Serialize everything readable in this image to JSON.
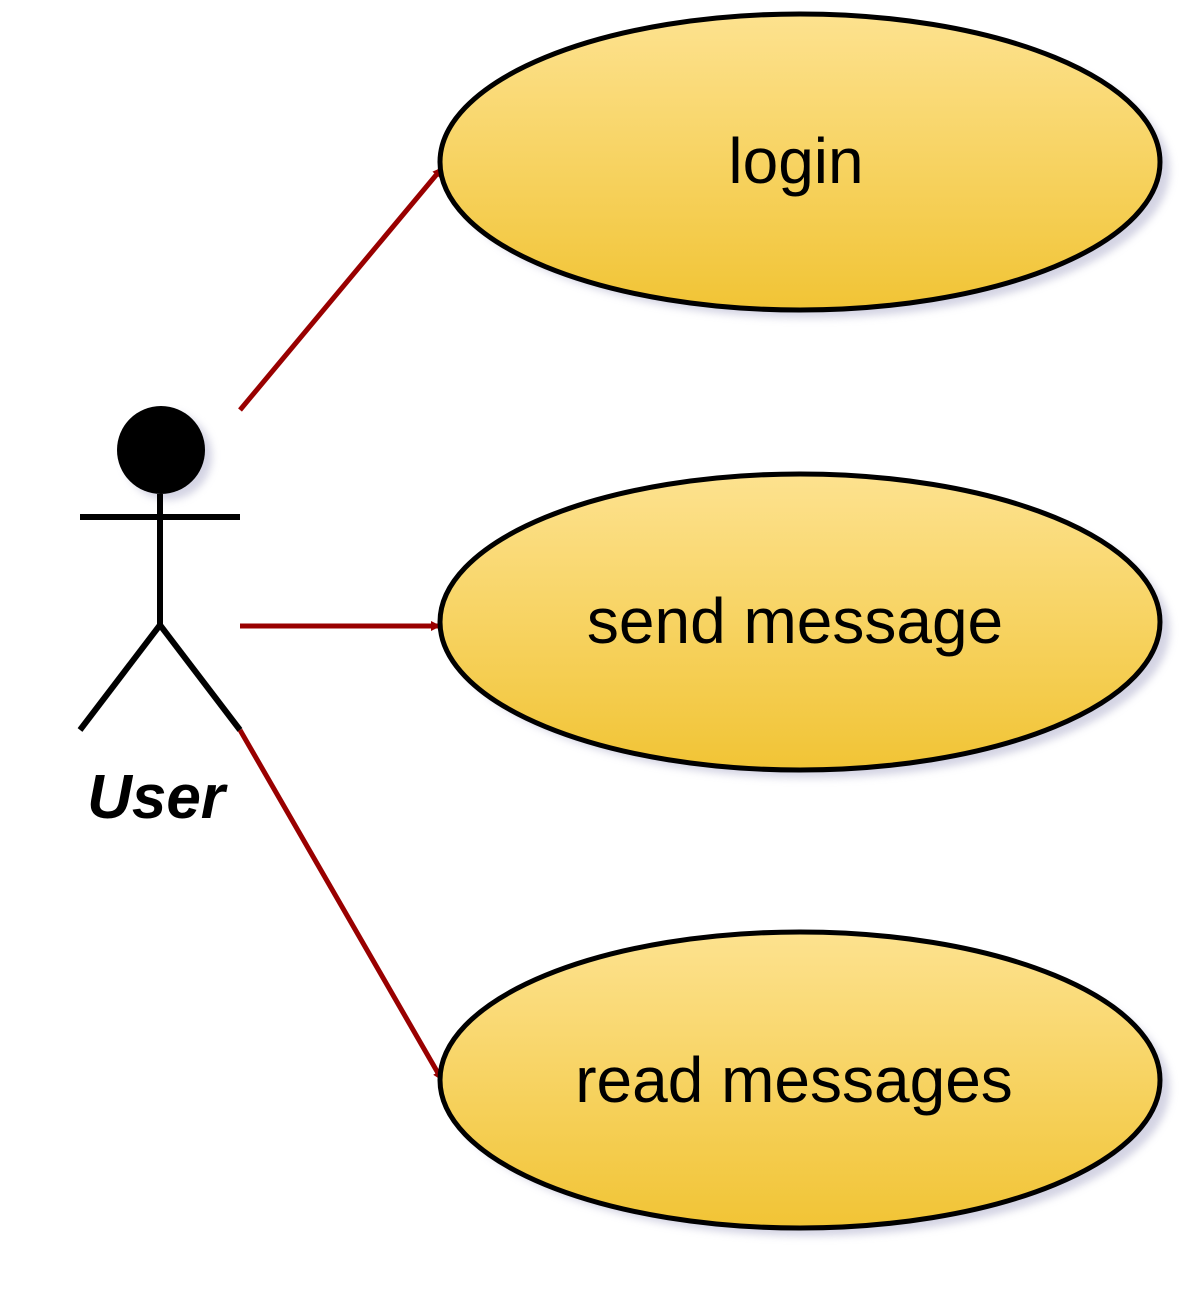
{
  "diagram": {
    "type": "use-case",
    "actor": {
      "name": "User",
      "icon": "stick-figure-icon"
    },
    "use_cases": [
      {
        "id": "login",
        "label": "login"
      },
      {
        "id": "send",
        "label": "send message"
      },
      {
        "id": "read",
        "label": "read messages"
      }
    ],
    "associations": [
      {
        "from": "User",
        "to": "login"
      },
      {
        "from": "User",
        "to": "send message"
      },
      {
        "from": "User",
        "to": "read messages"
      }
    ],
    "colors": {
      "use_case_fill_top": "#fde28f",
      "use_case_fill_bottom": "#f1c435",
      "use_case_stroke": "#000000",
      "arrow": "#990000",
      "actor": "#000000",
      "shadow": "#c9c9dd"
    }
  }
}
